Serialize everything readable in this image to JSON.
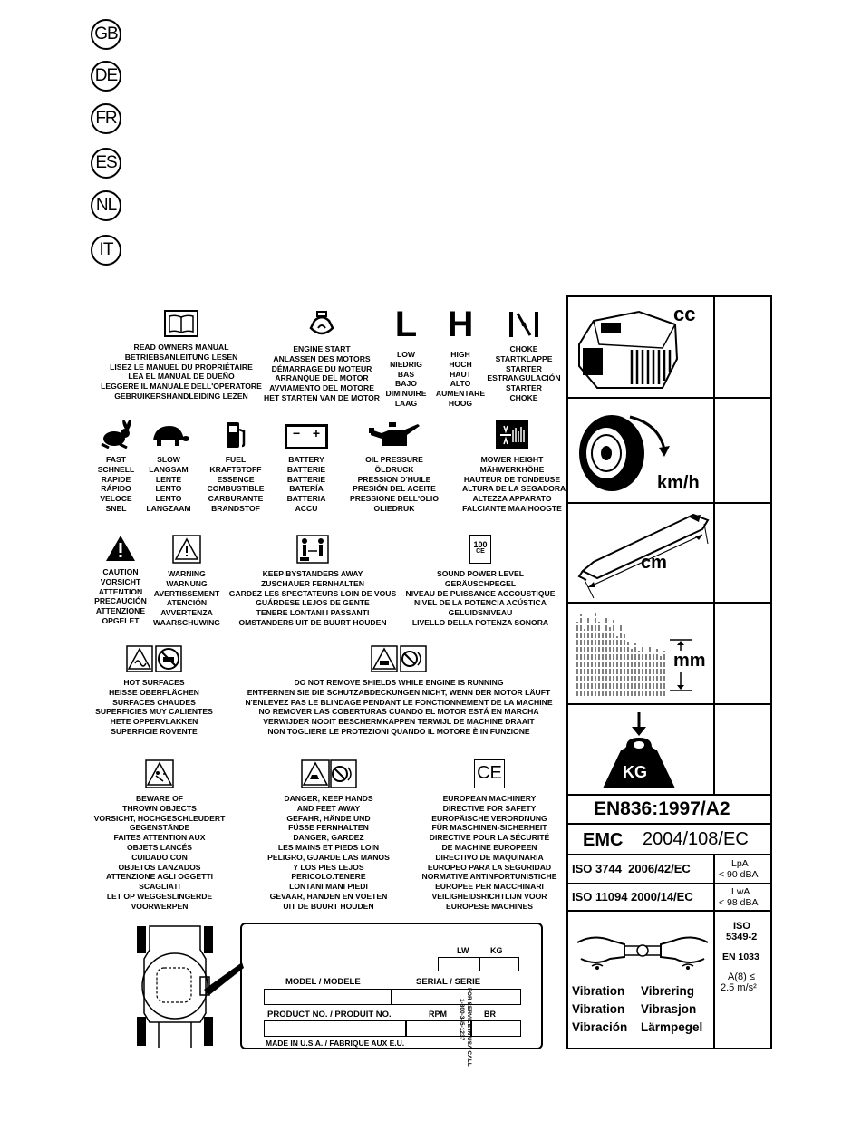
{
  "languages": [
    "GB",
    "DE",
    "FR",
    "ES",
    "NL",
    "IT"
  ],
  "symbols": {
    "manual": [
      "READ OWNERS MANUAL",
      "BETRIEBSANLEITUNG LESEN",
      "LISEZ LE MANUEL DU PROPRIÉTAIRE",
      "LEA EL MANUAL DE DUEÑO",
      "LEGGERE IL MANUALE DELL'OPERATORE",
      "GEBRUIKERSHANDLEIDING LEZEN"
    ],
    "engine_start": [
      "ENGINE START",
      "ANLASSEN DES MOTORS",
      "DÉMARRAGE DU MOTEUR",
      "ARRANQUE DEL MOTOR",
      "AVVIAMENTO DEL MOTORE",
      "HET STARTEN VAN DE MOTOR"
    ],
    "low_letter": "L",
    "low": [
      "LOW",
      "NIEDRIG",
      "BAS",
      "BAJO",
      "DIMINUIRE",
      "LAAG"
    ],
    "high_letter": "H",
    "high": [
      "HIGH",
      "HOCH",
      "HAUT",
      "ALTO",
      "AUMENTARE",
      "HOOG"
    ],
    "choke": [
      "CHOKE",
      "STARTKLAPPE",
      "STARTER",
      "ESTRANGULACIÓN",
      "STARTER",
      "CHOKE"
    ],
    "fast": [
      "FAST",
      "SCHNELL",
      "RAPIDE",
      "RÁPIDO",
      "VELOCE",
      "SNEL"
    ],
    "slow": [
      "SLOW",
      "LANGSAM",
      "LENTE",
      "LENTO",
      "LENTO",
      "LANGZAAM"
    ],
    "fuel": [
      "FUEL",
      "KRAFTSTOFF",
      "ESSENCE",
      "COMBUSTIBLE",
      "CARBURANTE",
      "BRANDSTOF"
    ],
    "battery": [
      "BATTERY",
      "BATTERIE",
      "BATTERIE",
      "BATERÍA",
      "BATTERIA",
      "ACCU"
    ],
    "battery_minus": "−",
    "battery_plus": "+",
    "oil": [
      "OIL PRESSURE",
      "ÖLDRUCK",
      "PRESSION D'HUILE",
      "PRESIÓN DEL ACEITE",
      "PRESSIONE DELL'OLIO",
      "OLIEDRUK"
    ],
    "mower_height": [
      "MOWER HEIGHT",
      "MÄHWERKHÖHE",
      "HAUTEUR DE TONDEUSE",
      "ALTURA DE LA SEGADORA",
      "ALTEZZA APPARATO",
      "FALCIANTE MAAIHOOGTE"
    ],
    "caution": [
      "CAUTION",
      "VORSICHT",
      "ATTENTION",
      "PRECAUCIÓN",
      "ATTENZIONE",
      "OPGELET"
    ],
    "warning": [
      "WARNING",
      "WARNUNG",
      "AVERTISSEMENT",
      "ATENCIÓN",
      "AVVERTENZA",
      "WAARSCHUWING"
    ],
    "bystanders": [
      "KEEP BYSTANDERS AWAY",
      "ZUSCHAUER FERNHALTEN",
      "GARDEZ LES SPECTATEURS LOIN DE VOUS",
      "GUÁRDESE LEJOS DE GENTE",
      "TENERE LONTANI I PASSANTI",
      "OMSTANDERS UIT DE BUURT HOUDEN"
    ],
    "sound": [
      "SOUND POWER LEVEL",
      "GERÄUSCHPEGEL",
      "NIVEAU DE PUISSANCE ACCOUSTIQUE",
      "NIVEL DE LA POTENCIA ACÚSTICA",
      "GELUIDSNIVEAU",
      "LIVELLO DELLA POTENZA SONORA"
    ],
    "sound_icon_value": "100",
    "sound_icon_ce": "CE",
    "hot": [
      "HOT SURFACES",
      "HEISSE OBERFLÄCHEN",
      "SURFACES CHAUDES",
      "SUPERFICIES MUY CALIENTES",
      "HETE OPPERVLAKKEN",
      "SUPERFICIE ROVENTE"
    ],
    "shields": [
      "DO NOT REMOVE SHIELDS WHILE ENGINE IS RUNNING",
      "ENTFERNEN SIE DIE SCHUTZABDECKUNGEN NICHT, WENN DER MOTOR LÄUFT",
      "N'ENLEVEZ PAS LE BLINDAGE PENDANT LE FONCTIONNEMENT DE LA MACHINE",
      "NO REMOVER LAS COBERTURAS CUANDO EL MOTOR ESTÁ EN MARCHA",
      "VERWIJDER NOOIT BESCHERMKAPPEN TERWIJL DE MACHINE DRAAIT",
      "NON TOGLIERE LE PROTEZIONI QUANDO IL MOTORE È IN FUNZIONE"
    ],
    "thrown": [
      "BEWARE OF",
      "THROWN OBJECTS",
      "VORSICHT, HOCHGESCHLEUDERT",
      "GEGENSTÄNDE",
      "FAITES ATTENTION AUX",
      "OBJETS LANCÉS",
      "CUIDADO CON",
      "OBJETOS LANZADOS",
      "ATTENZIONE AGLI OGGETTI",
      "SCAGLIATI",
      "LET OP WEGGESLINGERDE",
      "VOORWERPEN"
    ],
    "hands": [
      "DANGER, KEEP HANDS",
      "AND FEET AWAY",
      "GEFAHR, HÄNDE UND",
      "FÜSSE FERNHALTEN",
      "DANGER, GARDEZ",
      "LES MAINS ET PIEDS LOIN",
      "PELIGRO, GUARDE LAS MANOS",
      "Y LOS PIES LEJOS",
      "PERICOLO.TENERE",
      "LONTANI MANI PIEDI",
      "GEVAAR, HANDEN EN VOETEN",
      "UIT DE BUURT HOUDEN"
    ],
    "ce_mark": "CE",
    "machinery": [
      "EUROPEAN MACHINERY",
      "DIRECTIVE FOR SAFETY",
      "EUROPÄISCHE VERORDNUNG",
      "FÜR MASCHINEN-SICHERHEIT",
      "DIRECTIVE POUR LA SÉCURITÉ",
      "DE MACHINE EUROPEEN",
      "DIRECTIVO DE MAQUINARIA",
      "EUROPEO PARA LA SEGURIDAD",
      "NORMATIVE ANTINFORTUNISTICHE",
      "EUROPEE PER MACCHINARI",
      "VEILIGHEIDSRICHTLIJN VOOR",
      "EUROPESE MACHINES"
    ]
  },
  "spec_panel": {
    "cc": "cc",
    "kmh": "km/h",
    "cm": "cm",
    "mm": "mm",
    "kg": "KG",
    "en_standard": "EN836:1997/A2",
    "emc_label": "EMC",
    "emc_value": "2004/108/EC",
    "iso3744": "ISO 3744  2006/42/EC",
    "lpa_label": "LpA",
    "lpa_value": "< 90 dBA",
    "iso11094": "ISO 11094 2000/14/EC",
    "lwa_label": "LwA",
    "lwa_value": "< 98 dBA",
    "vibration_words": [
      "Vibration",
      "Vibrering",
      "Vibration",
      "Vibrasjon",
      "Vibración",
      "Lärmpegel"
    ],
    "iso5349": "ISO",
    "iso5349_num": "5349-2",
    "en1033": "EN 1033",
    "a8": "A(8) ≤",
    "a8_value": "2.5 m/s²"
  },
  "nameplate": {
    "lw": "LW",
    "kg": "KG",
    "model": "MODEL / MODELE",
    "serial": "SERIAL / SERIE",
    "product": "PRODUCT NO. / PRODUIT NO.",
    "rpm": "RPM",
    "br": "BR",
    "made_in": "MADE IN U.S.A. / FABRIQUE AUX E.U.",
    "service": "FOR SERVICE IN USA CALL",
    "service_number": "1-800-345-1237"
  }
}
